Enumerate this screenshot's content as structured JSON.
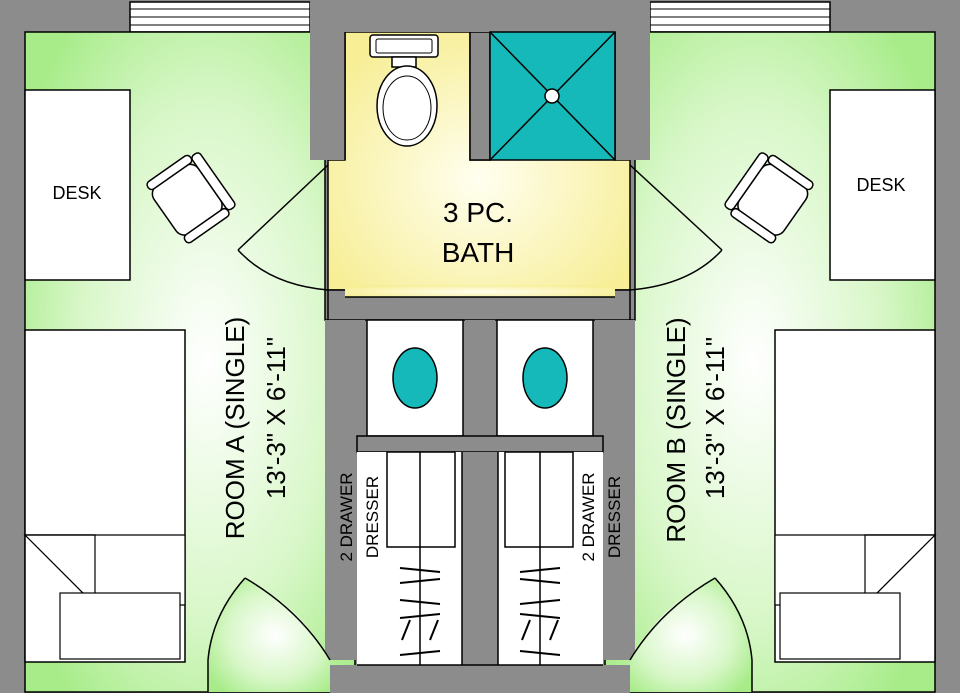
{
  "colors": {
    "wall": "#8c8c8c",
    "floor_green": "#a8ec8a",
    "floor_center": "#ffffff",
    "bath_floor": "#fbf3a6",
    "fixture_teal": "#16b9b9",
    "furniture": "#ffffff"
  },
  "labels": {
    "bath_line1": "3 PC.",
    "bath_line2": "BATH",
    "desk_left": "DESK",
    "desk_right": "DESK",
    "room_a_name": "ROOM A (SINGLE)",
    "room_a_size": "13'-3\" X 6'-11\"",
    "room_b_name": "ROOM B (SINGLE)",
    "room_b_size": "13'-3\" X 6'-11\"",
    "dresser_left_1": "2 DRAWER",
    "dresser_left_2": "DRESSER",
    "dresser_right_1": "2 DRAWER",
    "dresser_right_2": "DRESSER"
  }
}
